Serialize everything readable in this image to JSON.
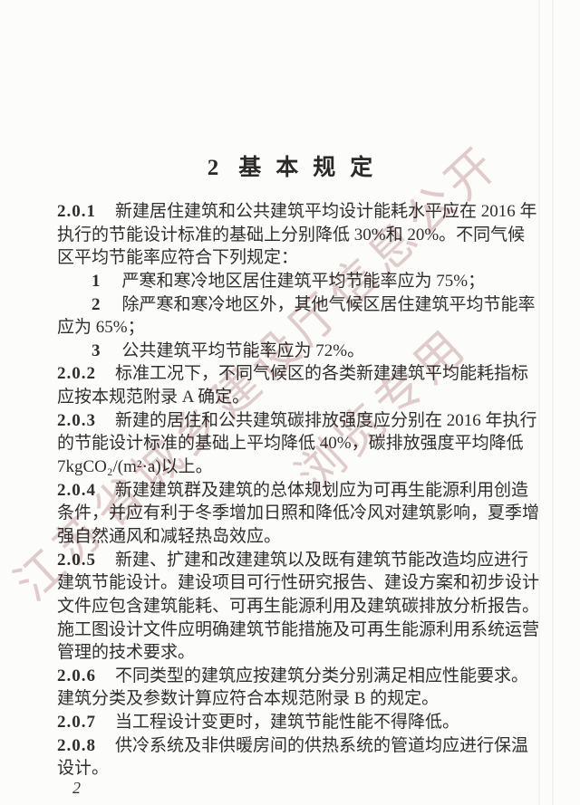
{
  "title": {
    "number": "2",
    "text": "基本规定"
  },
  "watermark": {
    "line1": "江苏省城乡建设厅信息公开",
    "line2": "浏览专用",
    "color": "#b98a8c"
  },
  "page_number": "2",
  "content": {
    "lines": [
      {
        "kind": "clause",
        "num": "2.0.1",
        "text": "新建居住建筑和公共建筑平均设计能耗水平应在 2016 年"
      },
      {
        "kind": "cont",
        "num": "",
        "text": "执行的节能设计标准的基础上分别降低 30%和 20%。不同气候"
      },
      {
        "kind": "cont",
        "num": "",
        "text": "区平均节能率应符合下列规定："
      },
      {
        "kind": "item",
        "num": "1",
        "text": "严寒和寒冷地区居住建筑平均节能率应为 75%；"
      },
      {
        "kind": "item",
        "num": "2",
        "text": "除严寒和寒冷地区外，其他气候区居住建筑平均节能率"
      },
      {
        "kind": "cont",
        "num": "",
        "text": "应为 65%；"
      },
      {
        "kind": "item",
        "num": "3",
        "text": "公共建筑平均节能率应为 72%。"
      },
      {
        "kind": "clause",
        "num": "2.0.2",
        "text": "标准工况下，不同气候区的各类新建建筑平均能耗指标"
      },
      {
        "kind": "cont",
        "num": "",
        "text": "应按本规范附录 A 确定。"
      },
      {
        "kind": "clause",
        "num": "2.0.3",
        "text": "新建的居住和公共建筑碳排放强度应分别在 2016 年执行"
      },
      {
        "kind": "cont",
        "num": "",
        "text": "的节能设计标准的基础上平均降低 40%，碳排放强度平均降低"
      },
      {
        "kind": "cont",
        "num": "",
        "text": "7kgCO₂/(m²·a)以上。"
      },
      {
        "kind": "clause",
        "num": "2.0.4",
        "text": "新建建筑群及建筑的总体规划应为可再生能源利用创造"
      },
      {
        "kind": "cont",
        "num": "",
        "text": "条件，并应有利于冬季增加日照和降低冷风对建筑影响，夏季增"
      },
      {
        "kind": "cont",
        "num": "",
        "text": "强自然通风和减轻热岛效应。"
      },
      {
        "kind": "clause",
        "num": "2.0.5",
        "text": "新建、扩建和改建建筑以及既有建筑节能改造均应进行"
      },
      {
        "kind": "cont",
        "num": "",
        "text": "建筑节能设计。建设项目可行性研究报告、建设方案和初步设计"
      },
      {
        "kind": "cont",
        "num": "",
        "text": "文件应包含建筑能耗、可再生能源利用及建筑碳排放分析报告。"
      },
      {
        "kind": "cont",
        "num": "",
        "text": "施工图设计文件应明确建筑节能措施及可再生能源利用系统运营"
      },
      {
        "kind": "cont",
        "num": "",
        "text": "管理的技术要求。"
      },
      {
        "kind": "clause",
        "num": "2.0.6",
        "text": "不同类型的建筑应按建筑分类分别满足相应性能要求。"
      },
      {
        "kind": "cont",
        "num": "",
        "text": "建筑分类及参数计算应符合本规范附录 B 的规定。"
      },
      {
        "kind": "clause",
        "num": "2.0.7",
        "text": "当工程设计变更时，建筑节能性能不得降低。"
      },
      {
        "kind": "clause",
        "num": "2.0.8",
        "text": "供冷系统及非供暖房间的供热系统的管道均应进行保温"
      },
      {
        "kind": "cont",
        "num": "",
        "text": "设计。"
      }
    ]
  }
}
